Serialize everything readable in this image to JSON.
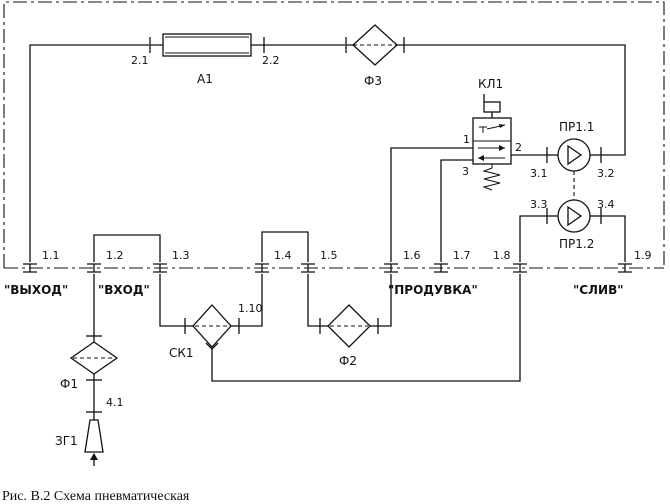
{
  "components": {
    "A1": "А1",
    "F3": "Ф3",
    "KL1": "КЛ1",
    "PR11": "ПР1.1",
    "PR12": "ПР1.2",
    "SK1": "СК1",
    "F2": "Ф2",
    "F1": "Ф1",
    "ZG1": "ЗГ1"
  },
  "ports": {
    "p21": "2.1",
    "p22": "2.2",
    "p11": "1.1",
    "p12": "1.2",
    "p13": "1.3",
    "p14": "1.4",
    "p15": "1.5",
    "p16": "1.6",
    "p17": "1.7",
    "p18": "1.8",
    "p19": "1.9",
    "p110": "1.10",
    "p31": "3.1",
    "p32": "3.2",
    "p33": "3.3",
    "p34": "3.4",
    "p41": "4.1",
    "v1": "1",
    "v2": "2",
    "v3": "3"
  },
  "panel_labels": {
    "vyhod": "\"ВЫХОД\"",
    "vhod": "\"ВХОД\"",
    "produvka": "\"ПРОДУВКА\"",
    "sliv": "\"СЛИВ\""
  },
  "caption": "Рис. В.2 Схема пневматическая"
}
